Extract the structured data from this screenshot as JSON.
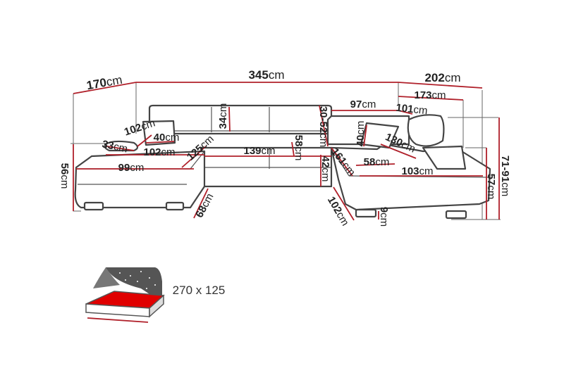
{
  "diagram": {
    "colors": {
      "dimension_line": "#b0202a",
      "outline": "#444444",
      "bed_fill": "#e00000",
      "text": "#222222"
    },
    "unit": "cm",
    "labels": {
      "depth_left": "170",
      "total_width": "345",
      "depth_right": "202",
      "right_inner_depth": "173",
      "back_section_width": "97",
      "right_back_width": "101",
      "headrest_height_range": "30-52",
      "backrest_height": "34",
      "pillow_length": "102",
      "armrest_width": "33",
      "pillow_height_left": "40",
      "left_seat_back_width": "102",
      "left_chaise_depth": "125",
      "middle_seat_width": "139",
      "middle_seat_depth": "58",
      "pillow_height_right": "40",
      "right_back_length": "130",
      "right_chaise_diagonal": "161",
      "right_seat_depth": "58",
      "right_front_width": "103",
      "left_front_width": "99",
      "seat_height": "42",
      "left_height": "56",
      "right_height": "57",
      "total_height_range": "71-91",
      "left_side_depth": "68",
      "right_side_depth": "102",
      "leg_height": "9"
    },
    "bed": {
      "size": "270 x 125"
    }
  }
}
